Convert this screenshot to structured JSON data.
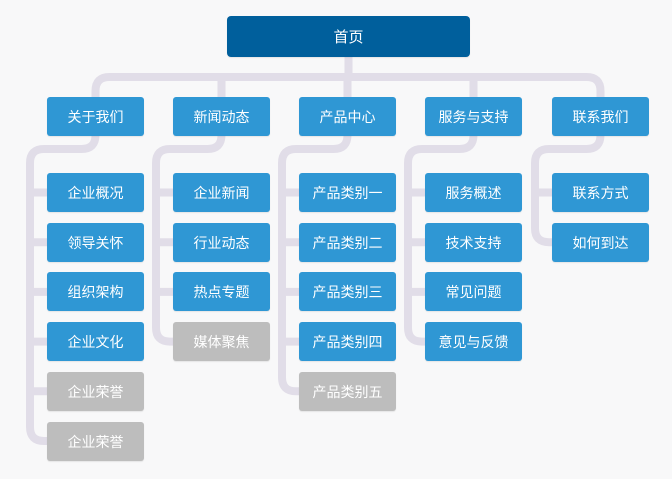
{
  "colors": {
    "root": "#005f9c",
    "node": "#2f97d4",
    "muted": "#bdbdbd",
    "connector": "#e1dde8"
  },
  "root": {
    "label": "首页"
  },
  "columns": [
    {
      "id": "about",
      "label": "关于我们",
      "children": [
        {
          "label": "企业概况",
          "state": "active"
        },
        {
          "label": "领导关怀",
          "state": "active"
        },
        {
          "label": "组织架构",
          "state": "active"
        },
        {
          "label": "企业文化",
          "state": "active"
        },
        {
          "label": "企业荣誉",
          "state": "disabled"
        },
        {
          "label": "企业荣誉",
          "state": "disabled"
        }
      ]
    },
    {
      "id": "news",
      "label": "新闻动态",
      "children": [
        {
          "label": "企业新闻",
          "state": "active"
        },
        {
          "label": "行业动态",
          "state": "active"
        },
        {
          "label": "热点专题",
          "state": "active"
        },
        {
          "label": "媒体聚焦",
          "state": "disabled"
        }
      ]
    },
    {
      "id": "products",
      "label": "产品中心",
      "children": [
        {
          "label": "产品类别一",
          "state": "active"
        },
        {
          "label": "产品类别二",
          "state": "active"
        },
        {
          "label": "产品类别三",
          "state": "active"
        },
        {
          "label": "产品类别四",
          "state": "active"
        },
        {
          "label": "产品类别五",
          "state": "disabled"
        }
      ]
    },
    {
      "id": "service",
      "label": "服务与支持",
      "children": [
        {
          "label": "服务概述",
          "state": "active"
        },
        {
          "label": "技术支持",
          "state": "active"
        },
        {
          "label": "常见问题",
          "state": "active"
        },
        {
          "label": "意见与反馈",
          "state": "active"
        }
      ]
    },
    {
      "id": "contact",
      "label": "联系我们",
      "children": [
        {
          "label": "联系方式",
          "state": "active"
        },
        {
          "label": "如何到达",
          "state": "active"
        }
      ]
    }
  ]
}
